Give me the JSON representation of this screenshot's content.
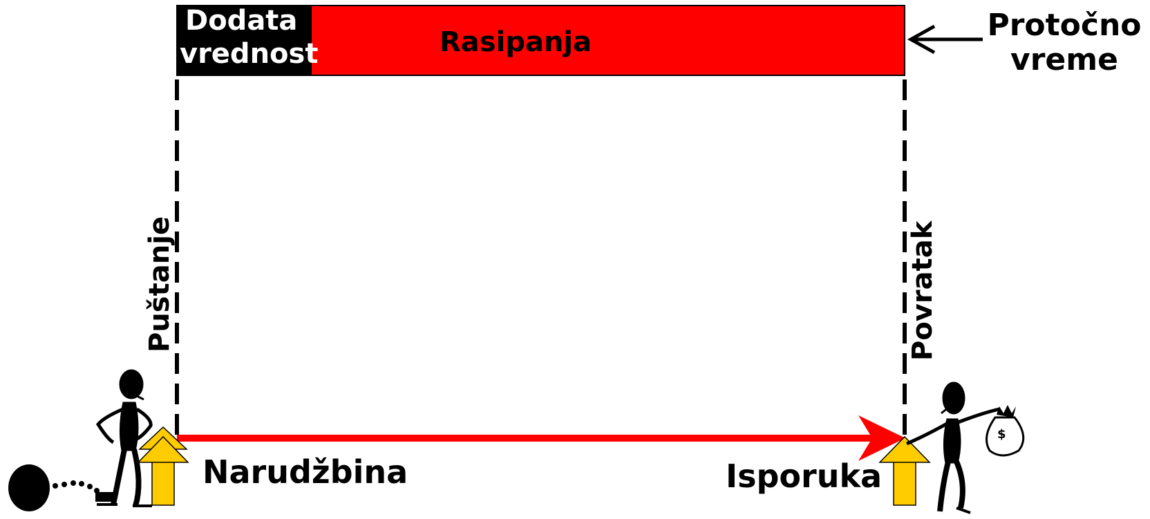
{
  "diagram": {
    "bar": {
      "value_added_label_line1": "Dodata",
      "value_added_label_line2": "vrednost",
      "waste_label": "Rasipanja",
      "value_added_color": "#000000",
      "waste_color": "#ff0000"
    },
    "lead_time_label_line1": "Protočno",
    "lead_time_label_line2": "vreme",
    "release_label": "Puštanje",
    "return_label": "Povratak",
    "order_label": "Narudžbina",
    "delivery_label": "Isporuka",
    "colors": {
      "timeline_arrow": "#ff0000",
      "event_arrows": "#ffcc00",
      "outline": "#000000"
    },
    "icons": [
      "ball-and-chain-icon",
      "prisoner-figure-icon",
      "happy-figure-with-money-bag-icon",
      "money-bag-icon"
    ]
  }
}
